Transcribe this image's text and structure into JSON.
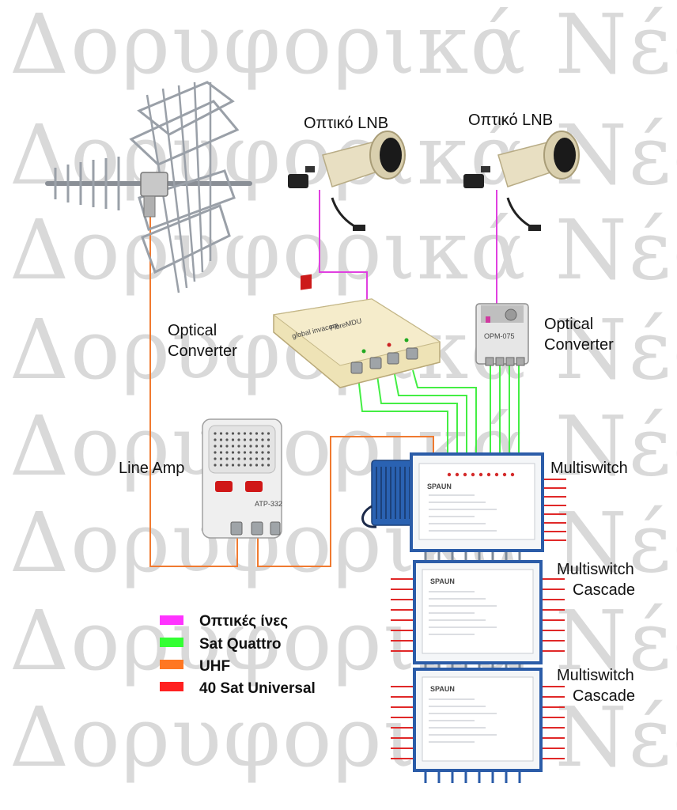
{
  "watermark": "Δορυφορικά Νέα",
  "labels": {
    "lnb_left": "Οπτικό LNB",
    "lnb_right": "Οπτικό LNB",
    "optical_converter_left": [
      "Optical",
      "Converter"
    ],
    "optical_converter_right": [
      "Optical",
      "Converter"
    ],
    "line_amp": "Line Amp",
    "multiswitch": "Multiswitch",
    "cascade_1": [
      "Multiswitch",
      "Cascade"
    ],
    "cascade_2": [
      "Multiswitch",
      "Cascade"
    ]
  },
  "device_text": {
    "fibre_brand": "global invacom",
    "fibre_model": "FibreMDU",
    "converter_model": "OPM-075",
    "amp_model": "ATP-332",
    "multiswitch_brand": "SPAUN"
  },
  "legend": [
    {
      "label": "Οπτικές ίνες",
      "color": "#ff33ff"
    },
    {
      "label": "Sat Quattro",
      "color": "#33ff33"
    },
    {
      "label": "UHF",
      "color": "#ff7722"
    },
    {
      "label": "40 Sat Universal",
      "color": "#ff2020"
    }
  ],
  "colors": {
    "fiber": "#e040e0",
    "quattro": "#44ee44",
    "uhf": "#f07a30",
    "universal": "#e02828",
    "watermark": "#d9d9d9"
  }
}
